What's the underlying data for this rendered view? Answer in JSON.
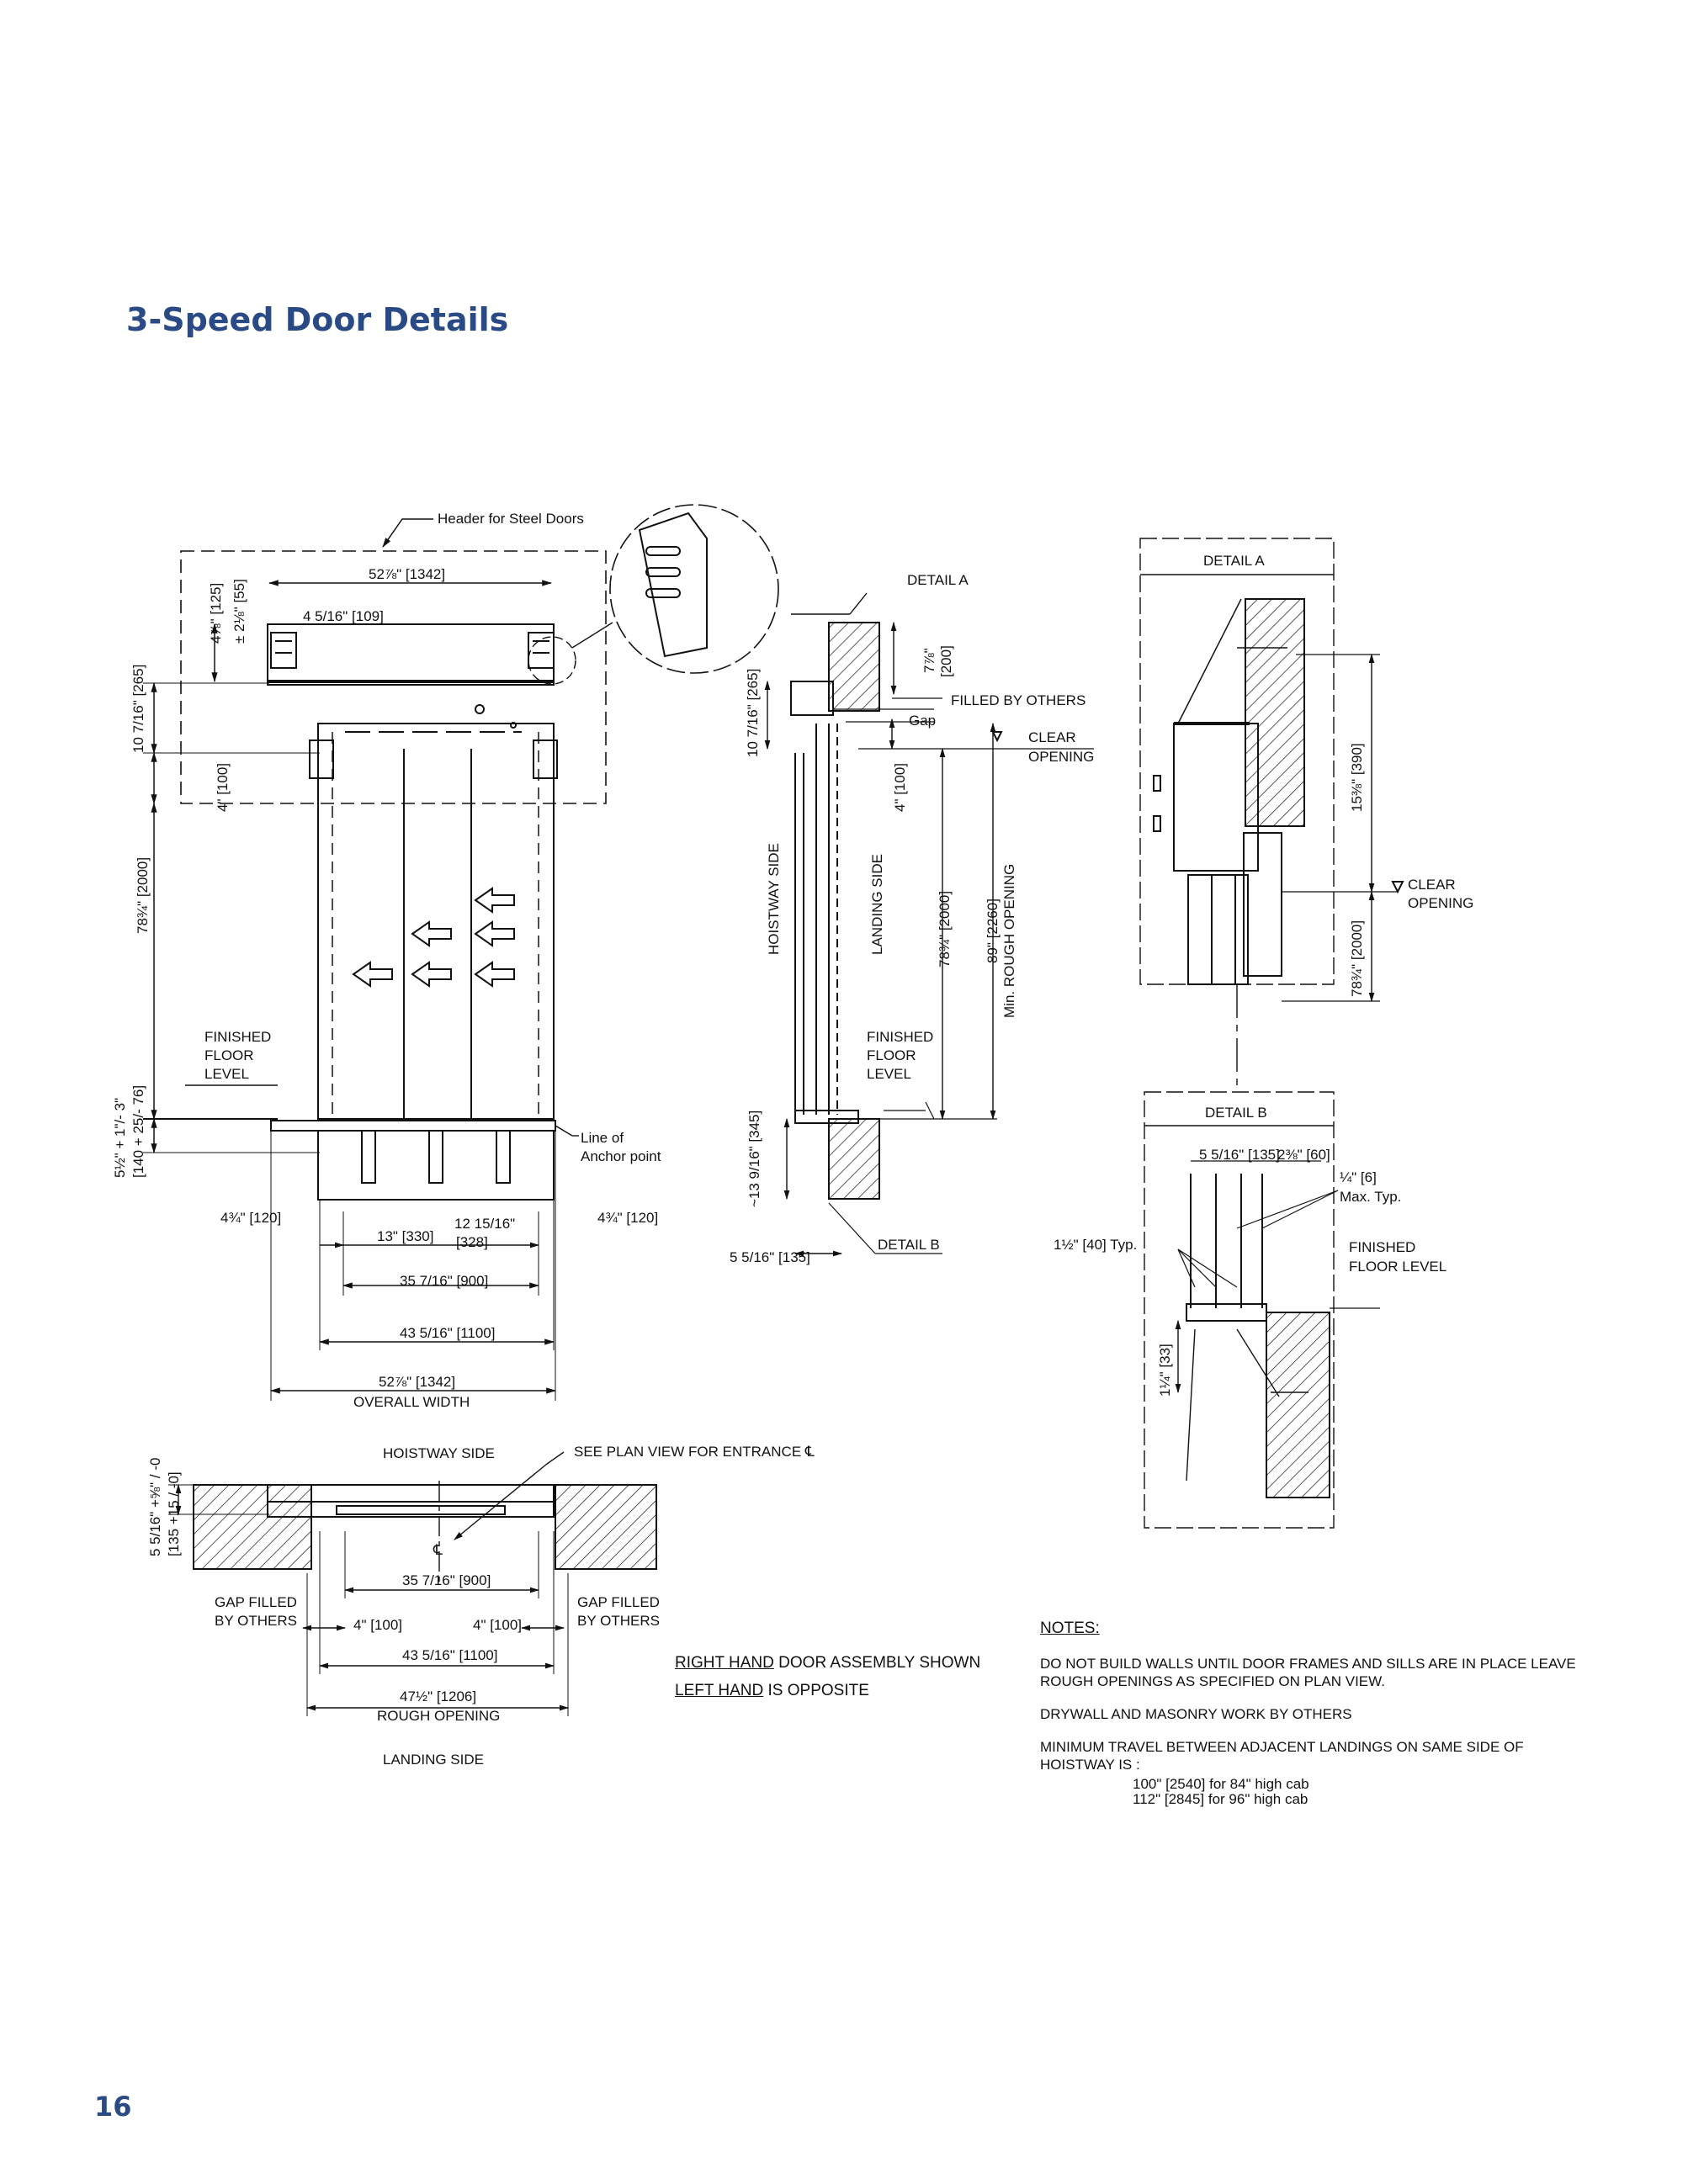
{
  "page": {
    "title": "3-Speed Door Details",
    "page_number": "16"
  },
  "colors": {
    "title": "#2a4a86",
    "line": "#111111"
  },
  "elevation": {
    "header_label": "Header for Steel Doors",
    "top_width": "52⅞\" [1342]",
    "header_dim_1": "4⅞\" [125]",
    "header_dim_2": "± 2⅛\" [55]",
    "bracket_dim": "4 5/16\" [109]",
    "header_height": "10 7/16\" [265]",
    "header_gap": "4\" [100]",
    "door_height": "78¾\" [2000]",
    "floor_label_1": "FINISHED",
    "floor_label_2": "FLOOR",
    "floor_label_3": "LEVEL",
    "sill_dim_1": "5½\" + 1\"/- 3\"",
    "sill_dim_2": "[140 + 25/- 76]",
    "anchor_label_1": "Line of",
    "anchor_label_2": "Anchor point",
    "dim_left": "4¾\" [120]",
    "dim_13": "13\" [330]",
    "dim_12": "12 15/16\"",
    "dim_328": "[328]",
    "dim_right": "4¾\" [120]",
    "dim_35": "35 7/16\" [900]",
    "dim_43": "43 5/16\" [1100]",
    "overall_width": "52⅞\" [1342]",
    "overall_label": "OVERALL WIDTH"
  },
  "section": {
    "detail_a": "DETAIL A",
    "detail_b": "DETAIL B",
    "filled_by_others": "FILLED BY OTHERS",
    "gap": "Gap",
    "clear_1": "CLEAR",
    "clear_2": "OPENING",
    "dim_7": "7⅞\"",
    "dim_200": "[200]",
    "dim_265": "10 7/16\" [265]",
    "dim_100": "4\" [100]",
    "hoistway": "HOISTWAY SIDE",
    "landing": "LANDING SIDE",
    "dim_2000": "78¾\" [2000]",
    "dim_89": "89\" [2260]",
    "min_rough": "Min. ROUGH OPENING",
    "floor_1": "FINISHED",
    "floor_2": "FLOOR",
    "floor_3": "LEVEL",
    "dim_345": "~13 9/16\" [345]",
    "dim_135": "5 5/16\" [135]"
  },
  "detail_a": {
    "title": "DETAIL A",
    "dim_390": "15⅜\" [390]",
    "clear_1": "CLEAR",
    "clear_2": "OPENING",
    "dim_2000": "78¾\" [2000]"
  },
  "detail_b": {
    "title": "DETAIL B",
    "dim_135": "5 5/16\" [135]",
    "dim_60": "2⅜\" [60]",
    "dim_6": "¼\" [6]",
    "max_typ": "Max. Typ.",
    "dim_40": "1½\" [40] Typ.",
    "floor_1": "FINISHED",
    "floor_2": "FLOOR LEVEL",
    "dim_33": "1¼\" [33]"
  },
  "plan": {
    "hoistway": "HOISTWAY SIDE",
    "see_plan": "SEE PLAN VIEW FOR ENTRANCE ℄",
    "dim_left_1": "5 5/16\" +⅝\" / -0",
    "dim_left_2": "[135 +15 / -0]",
    "centerline": "℄",
    "dim_35": "35 7/16\" [900]",
    "gap_left_1": "GAP FILLED",
    "gap_left_2": "BY OTHERS",
    "gap_right_1": "GAP FILLED",
    "gap_right_2": "BY OTHERS",
    "dim_100_left": "4\" [100]",
    "dim_100_right": "4\" [100]",
    "dim_43": "43 5/16\" [1100]",
    "dim_47": "47½\" [1206]",
    "rough": "ROUGH OPENING",
    "landing": "LANDING SIDE"
  },
  "hand": {
    "right_u": "RIGHT HAND",
    "right_rest": " DOOR ASSEMBLY SHOWN",
    "left_u": "LEFT HAND",
    "left_rest": " IS OPPOSITE"
  },
  "notes": {
    "heading": "NOTES:",
    "note_1": "DO NOT BUILD WALLS UNTIL DOOR FRAMES AND SILLS ARE IN PLACE LEAVE ROUGH OPENINGS AS SPECIFIED ON PLAN VIEW.",
    "note_2": "DRYWALL AND MASONRY WORK BY OTHERS",
    "note_3": "MINIMUM TRAVEL BETWEEN ADJACENT LANDINGS ON SAME SIDE OF HOISTWAY IS :",
    "note_3a": "100\" [2540] for 84\" high cab",
    "note_3b": "112\" [2845] for 96\" high cab"
  }
}
